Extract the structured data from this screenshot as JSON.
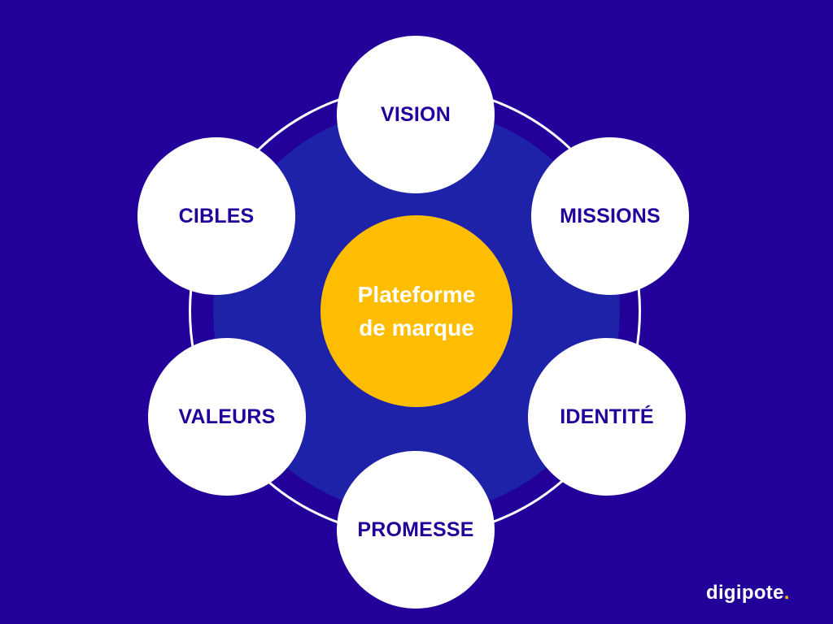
{
  "colors": {
    "background": "#23009a",
    "inner_disc": "#1e22a8",
    "ring": "#ffffff",
    "node_fill": "#ffffff",
    "node_text": "#23009a",
    "center_fill": "#ffbd00",
    "center_text": "#ffffff"
  },
  "center": {
    "line1": "Plateforme",
    "line2": "de marque"
  },
  "nodes": {
    "vision": "VISION",
    "missions": "MISSIONS",
    "identite": "IDENTITÉ",
    "promesse": "PROMESSE",
    "valeurs": "VALEURS",
    "cibles": "CIBLES"
  },
  "brand": {
    "name": "digipote",
    "dot": "."
  }
}
